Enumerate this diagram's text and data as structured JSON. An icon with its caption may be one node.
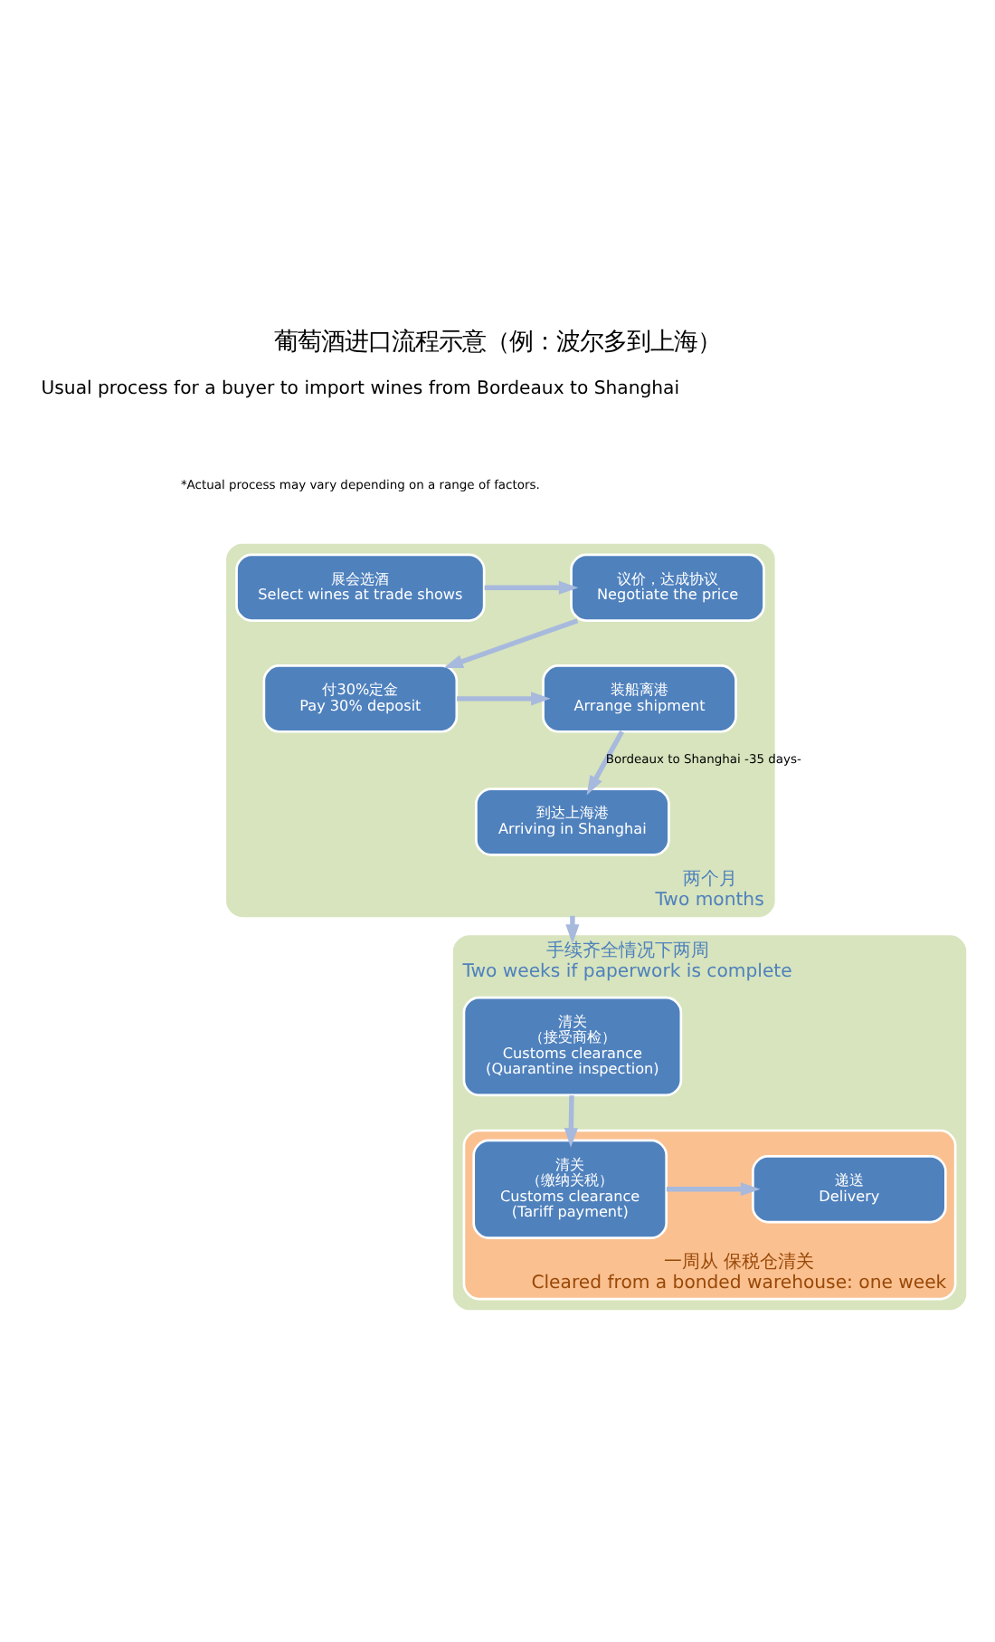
{
  "diagram": {
    "title": "葡萄酒进口流程示意（例：波尔多到上海）",
    "nodes": [
      {
        "text": [
          "两个月",
          "Two months"
        ]
      },
      {
        "text": [
          "展会选酒",
          "Select wines at trade shows"
        ],
        "in": 0
      },
      {
        "text": [
          "议价，达成协议",
          "Negotiate the price"
        ],
        "in": 0
      },
      {
        "text": [
          "付30%定金",
          "Pay 30% deposit"
        ],
        "in": 0
      },
      {
        "text": [
          "装船离港",
          "Arrange shipment"
        ],
        "in": 0
      },
      {
        "text": [
          "到达上海港",
          "Arriving in Shanghai"
        ],
        "in": 0
      },
      {
        "text": [
          "手续齐全情况下两周",
          "Two weeks if paperwork is complete"
        ]
      },
      {
        "text": [
          "清关",
          "（接受商检）",
          "Customs clearance",
          "(Quarantine inspection)"
        ],
        "in": 6
      },
      {
        "text": [
          "一周从 保税仓清关",
          "Cleared from a bonded warehouse: one week"
        ],
        "in": 6
      },
      {
        "text": [
          "清关",
          "（缴纳关税）",
          "Customs clearance",
          "(Tariff payment)"
        ],
        "in": 8
      },
      {
        "text": [
          "递送",
          "Delivery"
        ],
        "in": 8
      }
    ],
    "edges": [
      {
        "from": 1,
        "to": 2,
        "arrow": "to"
      },
      {
        "from": 2,
        "to": 3,
        "arrow": "to"
      },
      {
        "from": 3,
        "to": 4,
        "arrow": "to"
      },
      {
        "from": 4,
        "to": 5,
        "arrow": "to",
        "label": "Bordeaux to Shanghai -35 days-"
      },
      {
        "from": 0,
        "to": 6,
        "arrow": "to"
      },
      {
        "from": 7,
        "to": 9,
        "arrow": "to"
      },
      {
        "from": 9,
        "to": 10,
        "arrow": "to"
      }
    ],
    "labels": [
      "Usual process for a buyer to import wines from Bordeaux to Shanghai",
      "*Actual process may vary depending on a range of factors."
    ]
  }
}
